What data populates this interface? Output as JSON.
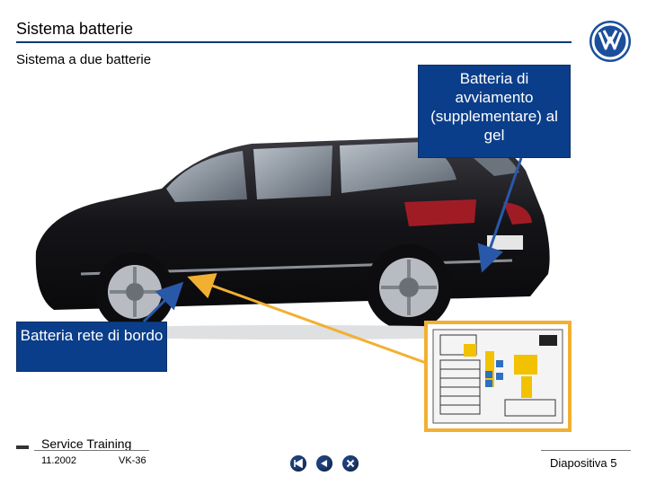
{
  "header": {
    "title": "Sistema batterie",
    "subtitle": "Sistema a due batterie"
  },
  "callouts": {
    "starter_battery": "Batteria di avviamento (supplementare) al gel",
    "network_battery": "Batteria rete di bordo"
  },
  "footer": {
    "label": "Service Training",
    "date": "11.2002",
    "code": "VK-36",
    "slide": "Diapositiva 5"
  },
  "icons": {
    "logo": "vw-logo-icon",
    "nav_first": "first-slide-icon",
    "nav_prev": "previous-slide-icon",
    "nav_close": "close-icon"
  },
  "colors": {
    "accent_blue": "#0b3e8a",
    "arrow_yellow": "#f2b032",
    "arrow_blue": "#2a58a8"
  }
}
